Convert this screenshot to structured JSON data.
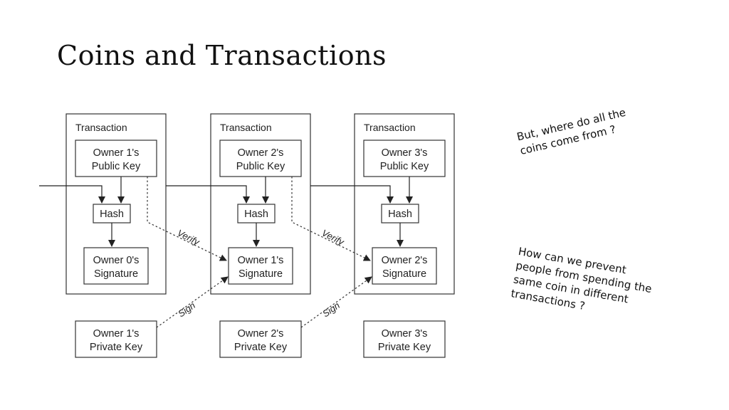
{
  "slide": {
    "title": "Coins and Transactions"
  },
  "diagram": {
    "transactions": [
      {
        "label": "Transaction",
        "public_key": [
          "Owner 1's",
          "Public Key"
        ],
        "hash": "Hash",
        "signature": [
          "Owner 0's",
          "Signature"
        ],
        "private_key": [
          "Owner 1's",
          "Private Key"
        ]
      },
      {
        "label": "Transaction",
        "public_key": [
          "Owner 2's",
          "Public Key"
        ],
        "hash": "Hash",
        "signature": [
          "Owner 1's",
          "Signature"
        ],
        "private_key": [
          "Owner 2's",
          "Private Key"
        ]
      },
      {
        "label": "Transaction",
        "public_key": [
          "Owner 3's",
          "Public Key"
        ],
        "hash": "Hash",
        "signature": [
          "Owner 2's",
          "Signature"
        ],
        "private_key": [
          "Owner 3's",
          "Private Key"
        ]
      }
    ],
    "edge_labels": {
      "verify": "Verify",
      "sign": "Sign"
    }
  },
  "notes": {
    "note_1": [
      "But, where do all the",
      "coins come from ?"
    ],
    "note_2": [
      "How can we prevent",
      "people from spending the",
      "same coin in different",
      "transactions ?"
    ]
  },
  "colors": {
    "line": "#333333",
    "text": "#222222",
    "background": "#ffffff"
  }
}
